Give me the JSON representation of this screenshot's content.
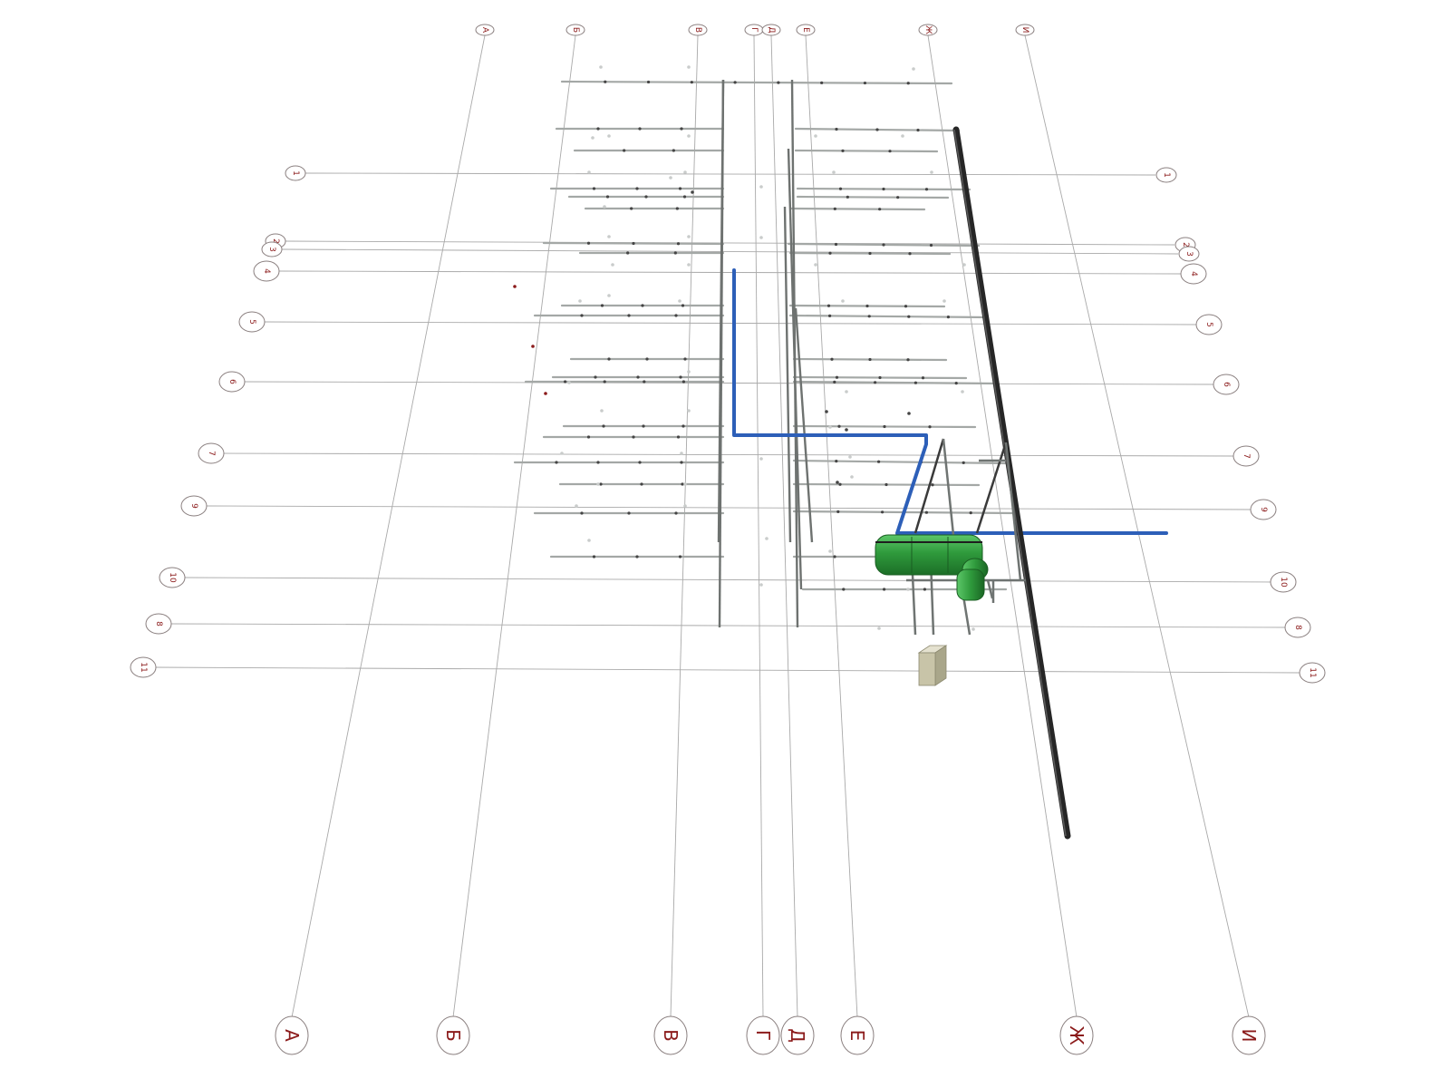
{
  "title": "",
  "colors": {
    "grid_line": "#a9a9a9",
    "bubble_text": "#8b1a1a",
    "pipe": "#a4a8a6",
    "riser": "#262626",
    "main_pipe": "#2d5fb8",
    "tank": "#2f9a3c",
    "pump_box": "#c8c4a8"
  },
  "axes_letters": [
    "А",
    "Б",
    "В",
    "Г",
    "Д",
    "Е",
    "Ж",
    "И"
  ],
  "axes_numbers": [
    "1",
    "2",
    "3",
    "4",
    "5",
    "6",
    "7",
    "9",
    "10",
    "8",
    "11"
  ],
  "equipment": [
    "tanks",
    "pump-unit",
    "riser",
    "main-pipe"
  ]
}
